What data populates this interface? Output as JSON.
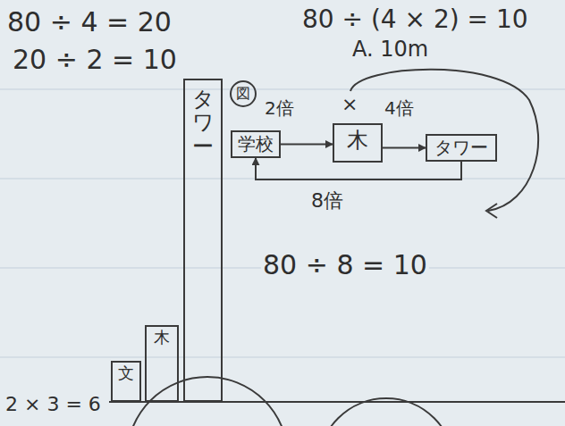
{
  "diagram": {
    "nodes": [
      {
        "text": [
          "タワー"
        ]
      },
      {
        "text": [
          "図"
        ]
      },
      {
        "text": [
          "学校"
        ]
      },
      {
        "text": [
          "木"
        ]
      },
      {
        "text": [
          "タワー"
        ]
      },
      {
        "text": [
          "文"
        ]
      },
      {
        "text": [
          "木"
        ]
      }
    ],
    "edges": [
      {
        "from": 2,
        "to": 3,
        "arrow": "to",
        "label": "2倍"
      },
      {
        "from": 3,
        "to": 4,
        "arrow": "to",
        "label": "4倍"
      },
      {
        "from": 4,
        "to": 2,
        "arrow": "to",
        "label": "8倍"
      }
    ],
    "labels": [
      "80 ÷ 4 = 20",
      "20 ÷ 2 = 10",
      "80 ÷ (4 × 2) = 10",
      "A. 10m",
      "×",
      "80 ÷ 8 = 10",
      "2 × 3 = 6"
    ]
  }
}
